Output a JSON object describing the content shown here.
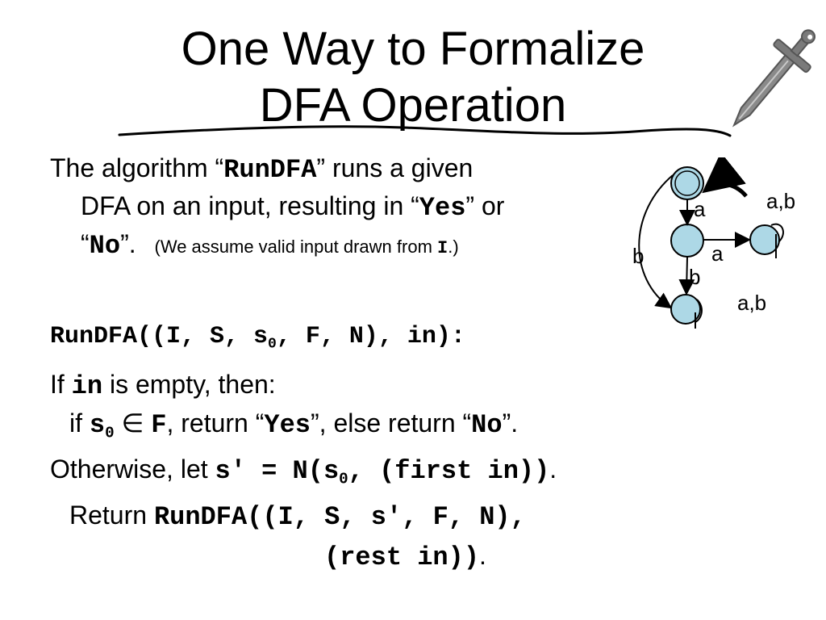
{
  "title": {
    "line1": "One Way to Formalize",
    "line2": "DFA Operation"
  },
  "intro": {
    "l1_pre": "The algorithm “",
    "l1_code": "RunDFA",
    "l1_post": "” runs a given",
    "l2_pre": "DFA on an input, resulting in “",
    "l2_code": "Yes",
    "l2_post": "” or",
    "l3_pre": "“",
    "l3_code": "No",
    "l3_post": "”.",
    "note_pre": "(We assume valid input drawn from ",
    "note_code": "I",
    "note_post": ".)"
  },
  "signature": {
    "a": "RunDFA((I, S, s",
    "sub": "0",
    "b": ", F, N), in):"
  },
  "if_line": {
    "pre": "If ",
    "code": "in",
    "post": " is empty, then:"
  },
  "if_inner": {
    "pre": "if ",
    "s": "s",
    "sub": "0",
    "elem": " ∈ ",
    "F": "F",
    "mid": ", return “",
    "yes": "Yes",
    "mid2": "”, else return “",
    "no": "No",
    "end": "”."
  },
  "otherwise": {
    "pre": "Otherwise, let ",
    "code_a": "s' = N(s",
    "sub": "0",
    "code_b": ", (first in))",
    "end": "."
  },
  "return_line": {
    "pre": "Return ",
    "code": "RunDFA((I, S, s', F, N),"
  },
  "return_cont": {
    "code": "(rest in))",
    "end": "."
  },
  "dfa": {
    "labels": [
      "a",
      "a",
      "b",
      "b",
      "a,b",
      "a,b"
    ],
    "state_fill": "#add8e6"
  },
  "icons": [
    "sword-icon",
    "underline-squiggle"
  ]
}
